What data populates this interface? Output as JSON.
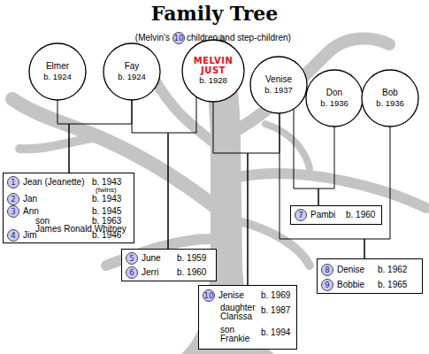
{
  "diagram": {
    "title": "Family Tree",
    "nodes": [
      {
        "text": [
          "Elmer",
          "b. 1924"
        ]
      },
      {
        "text": [
          "Fay",
          "b. 1924"
        ]
      },
      {
        "text": [
          "MELVIN JUST",
          "b. 1928"
        ]
      },
      {
        "text": [
          "Venise",
          "b. 1937"
        ]
      },
      {
        "text": [
          "Don",
          "b. 1936"
        ]
      },
      {
        "text": [
          "Bob",
          "b. 1936"
        ]
      },
      {
        "text": [
          "1",
          "Jean (Jeanette)",
          "b. 1943",
          "(twins)",
          "2",
          "Jan",
          "b. 1943",
          "3",
          "Ann",
          "b. 1945",
          "son",
          "b. 1963",
          "James Ronald Whitney",
          "4",
          "Jim",
          "b. 1946"
        ]
      },
      {
        "text": [
          "7",
          "Pambi",
          "b. 1960"
        ]
      },
      {
        "text": [
          "5",
          "June",
          "b. 1959",
          "6",
          "Jerri",
          "b. 1960"
        ]
      },
      {
        "text": [
          "8",
          "Denise",
          "b. 1962",
          "9",
          "Bobbie",
          "b. 1965"
        ]
      },
      {
        "text": [
          "10",
          "Jenise",
          "b. 1969",
          "daughter",
          "b. 1987",
          "Clarissa",
          "son",
          "b. 1994",
          "Frankie"
        ]
      }
    ],
    "edges": [
      {
        "from": 0,
        "to": 6,
        "arrow": "none"
      },
      {
        "from": 1,
        "to": 6,
        "arrow": "none"
      },
      {
        "from": 1,
        "to": 8,
        "arrow": "none"
      },
      {
        "from": 2,
        "to": 8,
        "arrow": "none"
      },
      {
        "from": 2,
        "to": 10,
        "arrow": "none"
      },
      {
        "from": 3,
        "to": 10,
        "arrow": "none"
      },
      {
        "from": 3,
        "to": 7,
        "arrow": "none"
      },
      {
        "from": 4,
        "to": 7,
        "arrow": "none"
      },
      {
        "from": 3,
        "to": 9,
        "arrow": "none"
      },
      {
        "from": 5,
        "to": 9,
        "arrow": "none"
      }
    ],
    "labels": [
      "(Melvin's",
      "10",
      "children and step-children)"
    ]
  }
}
